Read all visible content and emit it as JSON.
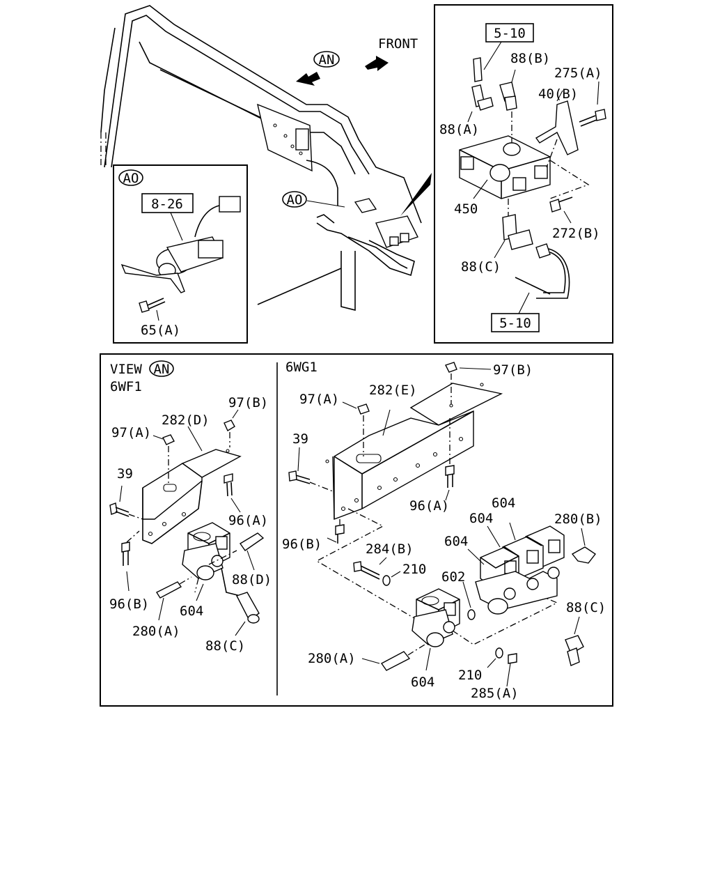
{
  "header": {
    "front_label": "FRONT",
    "view_an_marker": "AN",
    "view_ao_marker": "AO"
  },
  "inset_ao": {
    "marker": "AO",
    "ref_box": "8-26",
    "labels": [
      "65(A)"
    ]
  },
  "inset_right": {
    "ref_box_top": "5-10",
    "ref_box_bottom": "5-10",
    "labels": [
      "88(B)",
      "275(A)",
      "40(B)",
      "88(A)",
      "450",
      "272(B)",
      "88(C)"
    ]
  },
  "view_an": {
    "title": "VIEW",
    "marker": "AN",
    "variant": "6WF1",
    "labels": [
      "97(B)",
      "282(D)",
      "97(A)",
      "39",
      "96(A)",
      "88(D)",
      "96(B)",
      "604",
      "280(A)",
      "88(C)"
    ]
  },
  "view_6wg1": {
    "variant": "6WG1",
    "labels": [
      "97(B)",
      "282(E)",
      "97(A)",
      "39",
      "96(A)",
      "604",
      "604",
      "280(B)",
      "604",
      "96(B)",
      "284(B)",
      "210",
      "602",
      "88(C)",
      "280(A)",
      "604",
      "210",
      "285(A)"
    ]
  }
}
